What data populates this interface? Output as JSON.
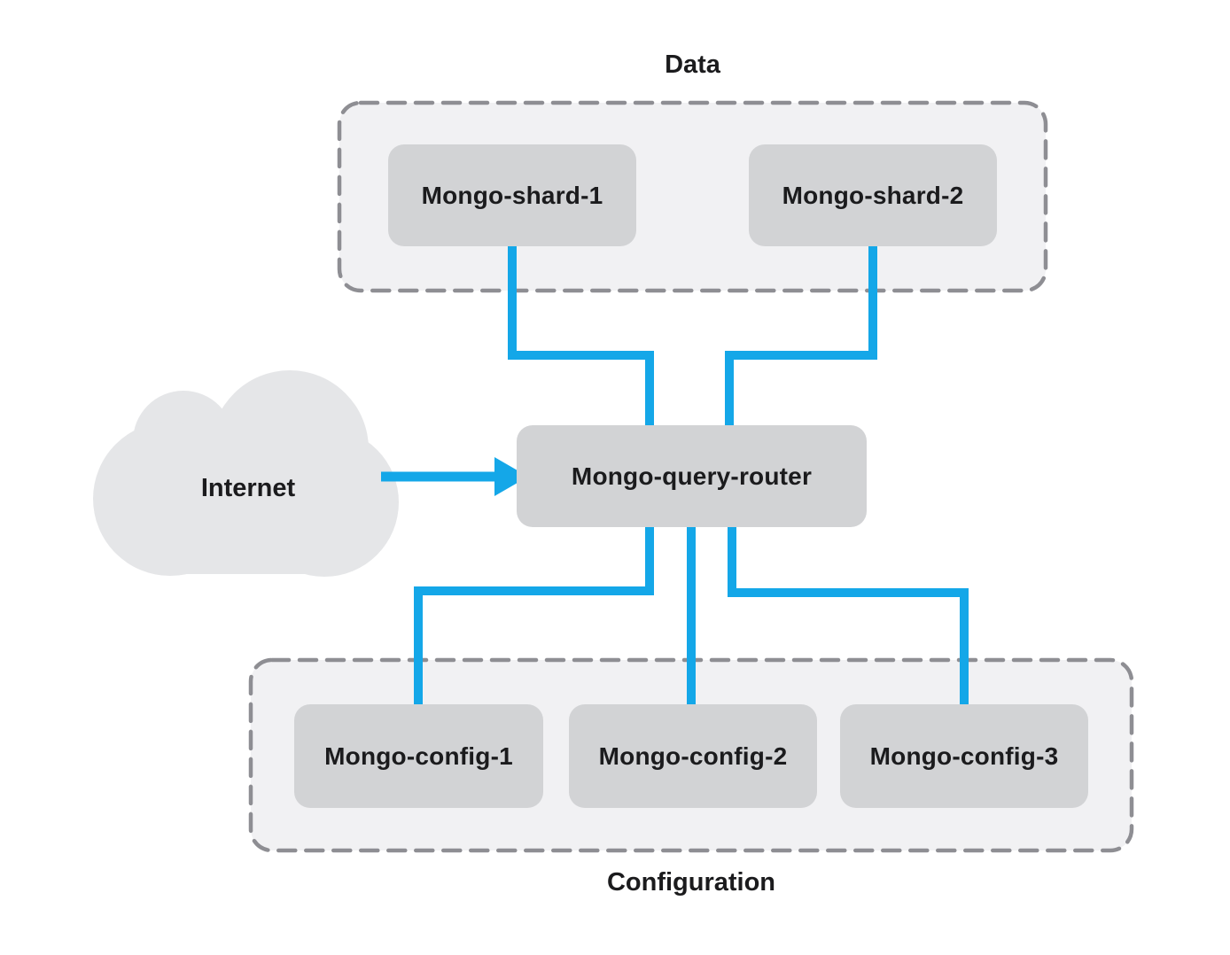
{
  "colors": {
    "canvas": "#ffffff",
    "accent": "#14a7e8",
    "node-fill": "#d2d3d5",
    "group-fill": "#f1f1f3",
    "group-border": "#8e8e93",
    "cloud-fill": "#e5e6e8",
    "text": "#1b1b1d"
  },
  "groups": [
    {
      "label": "Data",
      "nodes": [
        {
          "label": "Mongo-shard-1"
        },
        {
          "label": "Mongo-shard-2"
        }
      ]
    },
    {
      "label": "Configuration",
      "nodes": [
        {
          "label": "Mongo-config-1"
        },
        {
          "label": "Mongo-config-2"
        },
        {
          "label": "Mongo-config-3"
        }
      ]
    }
  ],
  "cloud": {
    "label": "Internet"
  },
  "router": {
    "label": "Mongo-query-router"
  }
}
